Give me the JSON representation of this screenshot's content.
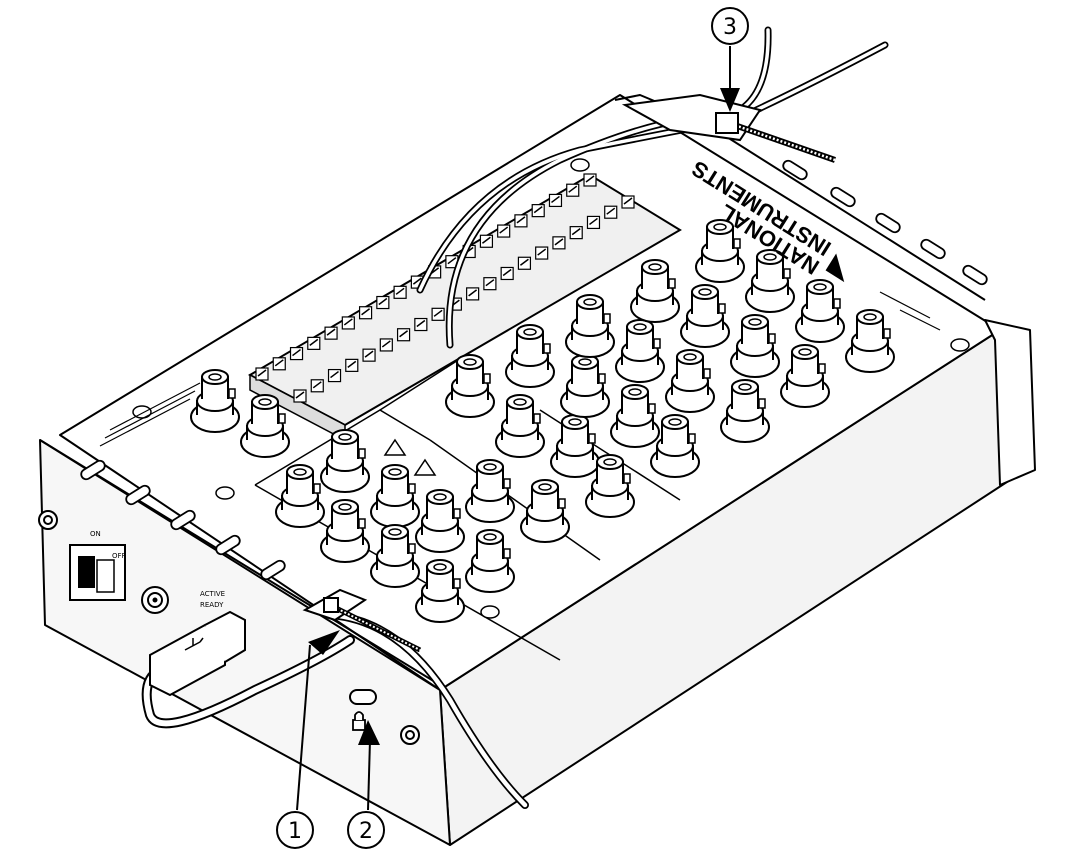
{
  "brand": {
    "line1": "NATIONAL",
    "line2": "INSTRUMENTS"
  },
  "front_panel": {
    "on_label": "ON",
    "off_label": "OFF",
    "active_label": "ACTIVE",
    "ready_label": "READY"
  },
  "callouts": [
    {
      "id": "1",
      "label": "1"
    },
    {
      "id": "2",
      "label": "2"
    },
    {
      "id": "3",
      "label": "3"
    }
  ],
  "icons": {
    "lock": "lock-icon",
    "usb": "usb-icon",
    "warning": "warning-icon"
  },
  "colors": {
    "line": "#000000",
    "body": "#ffffff",
    "shade": "#e9e9e9"
  }
}
